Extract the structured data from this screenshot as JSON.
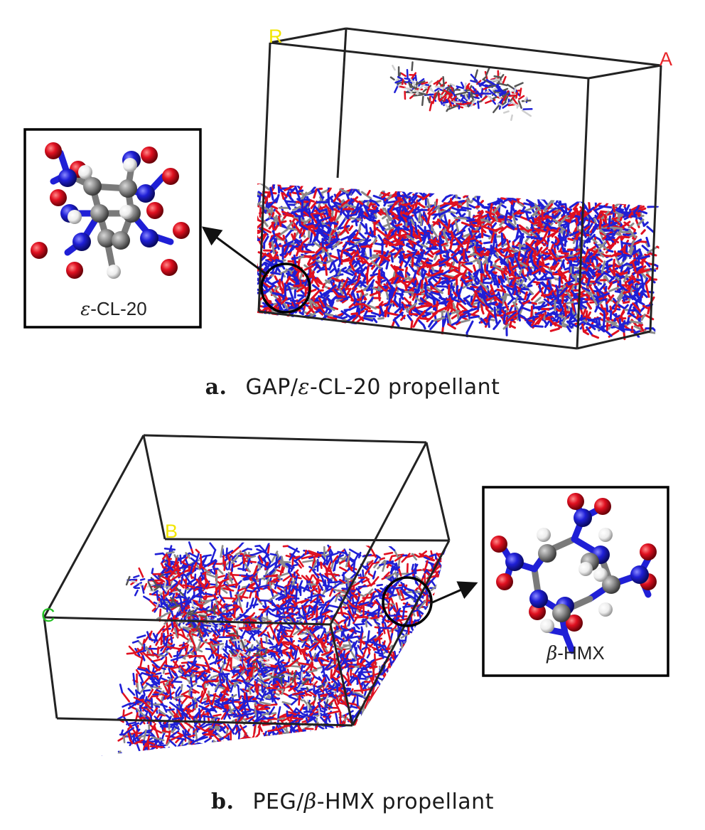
{
  "panel_a": {
    "caption_tag": "a.",
    "caption_symbol": "ε",
    "caption_text": "GAP/ε-CL-20 propellant",
    "caption_pre": "GAP/",
    "caption_post": "-CL-20 propellant",
    "inset_symbol": "ε",
    "inset_rest": "-CL-20",
    "corner_labels": [
      "R",
      "A"
    ]
  },
  "panel_b": {
    "caption_tag": "b.",
    "caption_pre": "PEG/",
    "caption_symbol": "β",
    "caption_post": "-HMX propellant",
    "inset_symbol": "β",
    "inset_rest": "-HMX",
    "corner_labels": [
      "B",
      "C"
    ]
  },
  "colors": {
    "nitrogen": "#1f1fd6",
    "oxygen": "#e01020",
    "carbon": "#8c8c8c",
    "hydrogen": "#f2f2f2",
    "box_edge": "#222222",
    "label_yellow": "#f2e600",
    "label_red": "#e8262a",
    "label_green": "#22c022"
  }
}
